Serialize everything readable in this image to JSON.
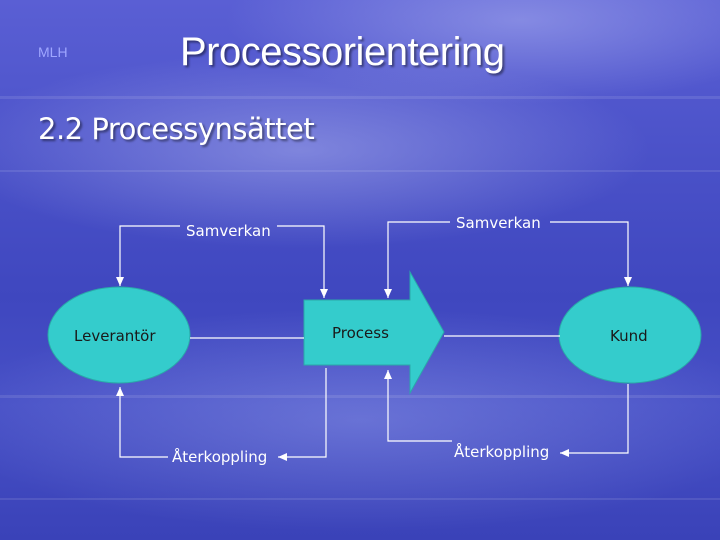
{
  "author": "MLH",
  "title": "Processorientering",
  "subtitle": "2.2 Processynsättet",
  "diagram": {
    "nodes": {
      "supplier": "Leverantör",
      "process": "Process",
      "customer": "Kund"
    },
    "edges": {
      "cooperation_left": "Samverkan",
      "cooperation_right": "Samverkan",
      "feedback_left": "Återkoppling",
      "feedback_right": "Återkoppling"
    }
  },
  "colors": {
    "node_fill": "#34cccc",
    "line": "#ffffff",
    "text": "#ffffff"
  }
}
